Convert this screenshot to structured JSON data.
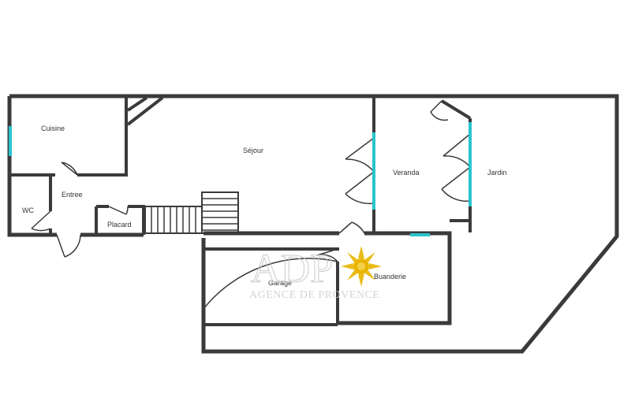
{
  "rooms": {
    "cuisine": "Cuisine",
    "sejour": "Séjour",
    "veranda": "Veranda",
    "jardin": "Jardin",
    "entree": "Entree",
    "wc": "WC",
    "placard": "Placard",
    "garage": "Garage",
    "buanderie": "Buanderie"
  },
  "watermark": {
    "logo_text": "ADP",
    "subtitle": "AGENCE DE PROVENCE",
    "logo_color": "#e8b400"
  },
  "colors": {
    "wall": "#4a4a4a",
    "window": "#29c4cf"
  }
}
